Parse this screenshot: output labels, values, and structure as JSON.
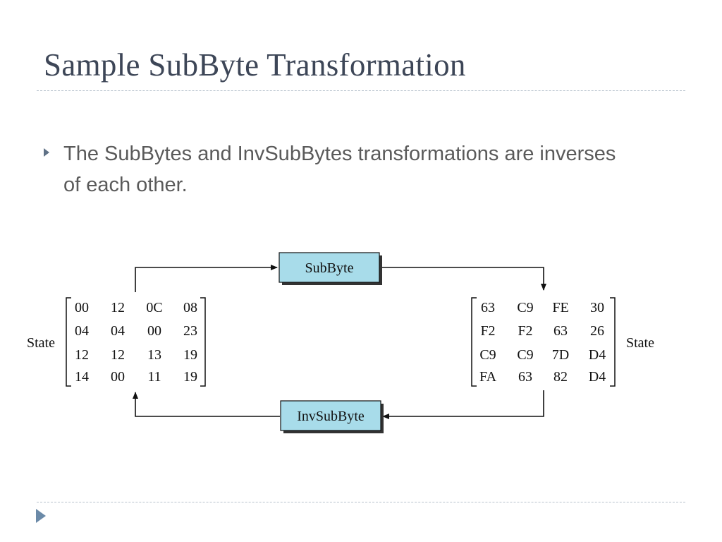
{
  "slide": {
    "title": "Sample SubByte Transformation",
    "bullet": "The SubBytes and InvSubBytes transformations are inverses of each other."
  },
  "diagram": {
    "forward_label": "SubByte",
    "inverse_label": "InvSubByte",
    "left_label": "State",
    "right_label": "State",
    "left_matrix": [
      [
        "00",
        "12",
        "0C",
        "08"
      ],
      [
        "04",
        "04",
        "00",
        "23"
      ],
      [
        "12",
        "12",
        "13",
        "19"
      ],
      [
        "14",
        "00",
        "11",
        "19"
      ]
    ],
    "right_matrix": [
      [
        "63",
        "C9",
        "FE",
        "30"
      ],
      [
        "F2",
        "F2",
        "63",
        "26"
      ],
      [
        "C9",
        "C9",
        "7D",
        "D4"
      ],
      [
        "FA",
        "63",
        "82",
        "D4"
      ]
    ],
    "colors": {
      "box_fill": "#a8dcea",
      "box_shadow": "#333333",
      "title": "#3d4657",
      "bullet_text": "#5a5a5a"
    }
  }
}
